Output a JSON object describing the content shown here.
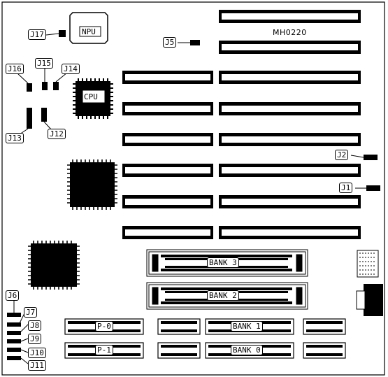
{
  "board": {
    "model": "MH0220"
  },
  "chips": {
    "npu": "NPU",
    "cpu": "CPU"
  },
  "jumpers": {
    "j1": "J1",
    "j2": "J2",
    "j5": "J5",
    "j6": "J6",
    "j7": "J7",
    "j8": "J8",
    "j9": "J9",
    "j10": "J10",
    "j11": "J11",
    "j12": "J12",
    "j13": "J13",
    "j14": "J14",
    "j15": "J15",
    "j16": "J16",
    "j17": "J17"
  },
  "memory": {
    "bank3": "BANK 3",
    "bank2": "BANK 2",
    "bank1": "BANK 1",
    "bank0": "BANK 0",
    "p0": "P-0",
    "p1": "P-1"
  }
}
